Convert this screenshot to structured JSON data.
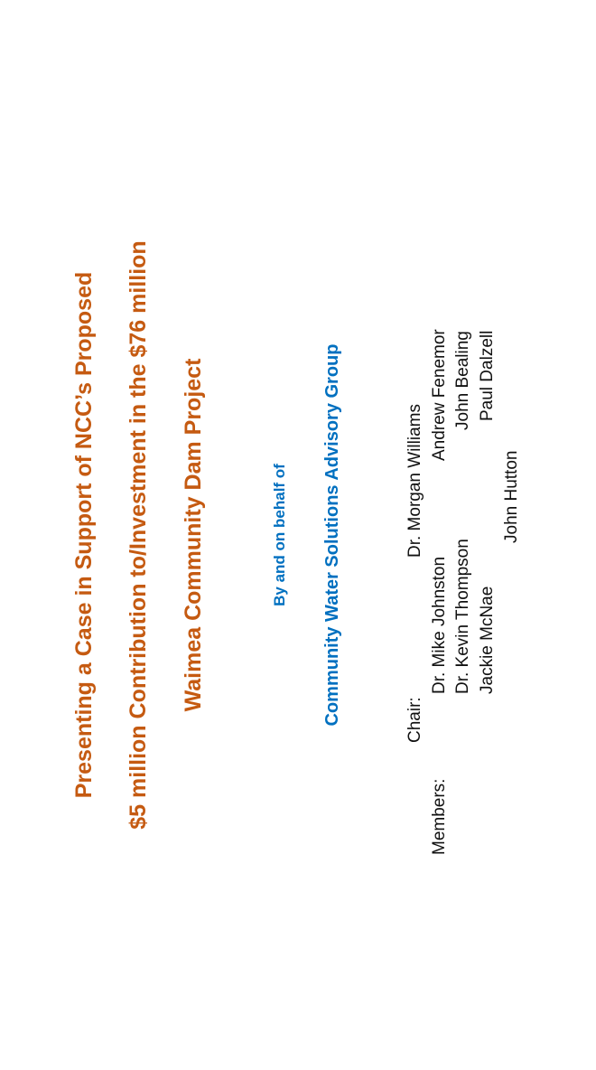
{
  "title": {
    "line1": "Presenting a Case in Support of NCC’s Proposed",
    "line2": "$5 million Contribution to/Investment in the $76 million",
    "line3": "Waimea Community Dam Project"
  },
  "by_line": "By and on behalf of",
  "group_name": "Community Water Solutions Advisory Group",
  "committee": {
    "chair_label": "Chair:",
    "chair_name": "Dr. Morgan Williams",
    "members_label": "Members:",
    "members": [
      "Dr. Mike Johnston",
      "Andrew Fenemor",
      "Dr. Kevin Thompson",
      "John Bealing",
      "Jackie McNae",
      "Paul Dalzell",
      "John Hutton"
    ]
  },
  "colors": {
    "title": "#C55A11",
    "group": "#0070C0",
    "body_text": "#111111"
  }
}
